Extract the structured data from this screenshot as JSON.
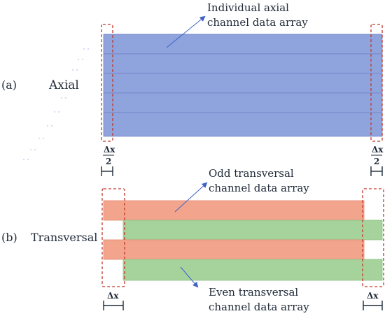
{
  "panels": {
    "axial": {
      "index_label": "(a)",
      "name": "Axial",
      "annotation_line1": "Individual axial",
      "annotation_line2": "channel data array",
      "delta_top": "Δx",
      "delta_bottom": "2",
      "array_color": "#8fa3dd",
      "array_border": "#7284c9"
    },
    "transversal": {
      "index_label": "(b)",
      "name": "Transversal",
      "odd_line1": "Odd transversal",
      "odd_line2": "channel data array",
      "even_line1": "Even transversal",
      "even_line2": "channel data array",
      "delta": "Δx",
      "odd_color": "#f3a48c",
      "even_color": "#a6d39c"
    }
  },
  "colors": {
    "dashed_box": "#c0392b",
    "arrow": "#3f63c4",
    "text": "#1f2a38"
  }
}
